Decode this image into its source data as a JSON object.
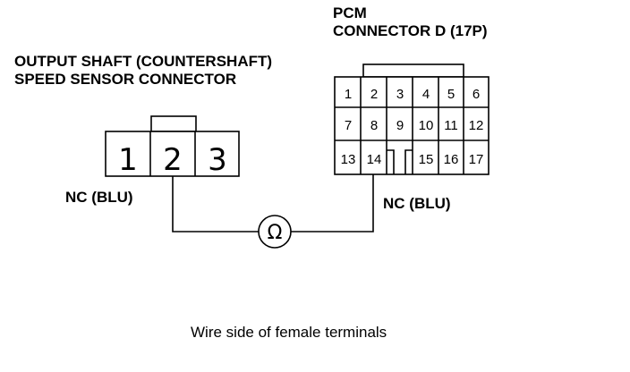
{
  "pcm_title": [
    "PCM",
    "CONNECTOR D (17P)"
  ],
  "sensor_title": [
    "OUTPUT SHAFT (COUNTERSHAFT)",
    "SPEED SENSOR CONNECTOR"
  ],
  "sensor_pins": [
    "1",
    "2",
    "3"
  ],
  "pcm_pins": [
    [
      "1",
      "2",
      "3",
      "4",
      "5",
      "6"
    ],
    [
      "7",
      "8",
      "9",
      "10",
      "11",
      "12"
    ],
    [
      "13",
      "14",
      "15",
      "16",
      "17"
    ]
  ],
  "left_wire_label": "NC (BLU)",
  "right_wire_label": "NC (BLU)",
  "meter_symbol": "Ω",
  "caption": "Wire side of female terminals"
}
